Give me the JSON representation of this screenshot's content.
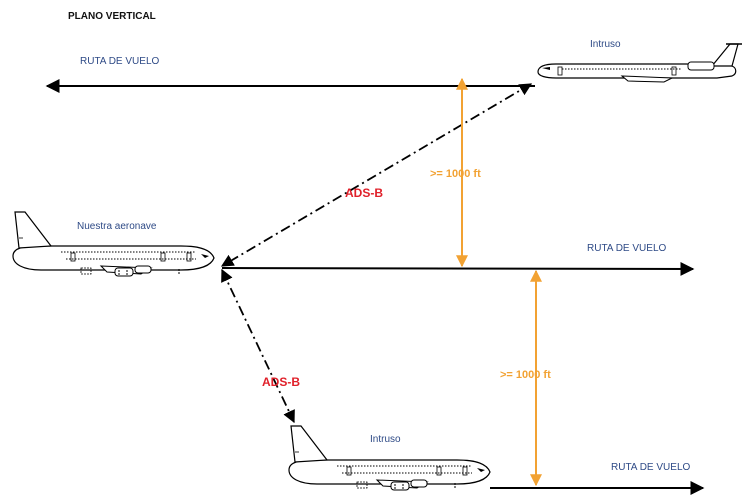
{
  "title": "PLANO VERTICAL",
  "colors": {
    "path": "#000000",
    "label_blue": "#2e4a86",
    "adsb_red": "#e0202a",
    "separation_orange": "#f2a233"
  },
  "aircraft": {
    "own": "Nuestra aeronave",
    "intruder_above": "Intruso",
    "intruder_below": "Intruso"
  },
  "flight_paths": {
    "upper": "RUTA DE VUELO",
    "middle": "RUTA DE VUELO",
    "lower": "RUTA DE VUELO"
  },
  "links": {
    "upper": "ADS-B",
    "lower": "ADS-B"
  },
  "separations": {
    "upper": ">= 1000 ft",
    "lower": ">= 1000 ft"
  }
}
